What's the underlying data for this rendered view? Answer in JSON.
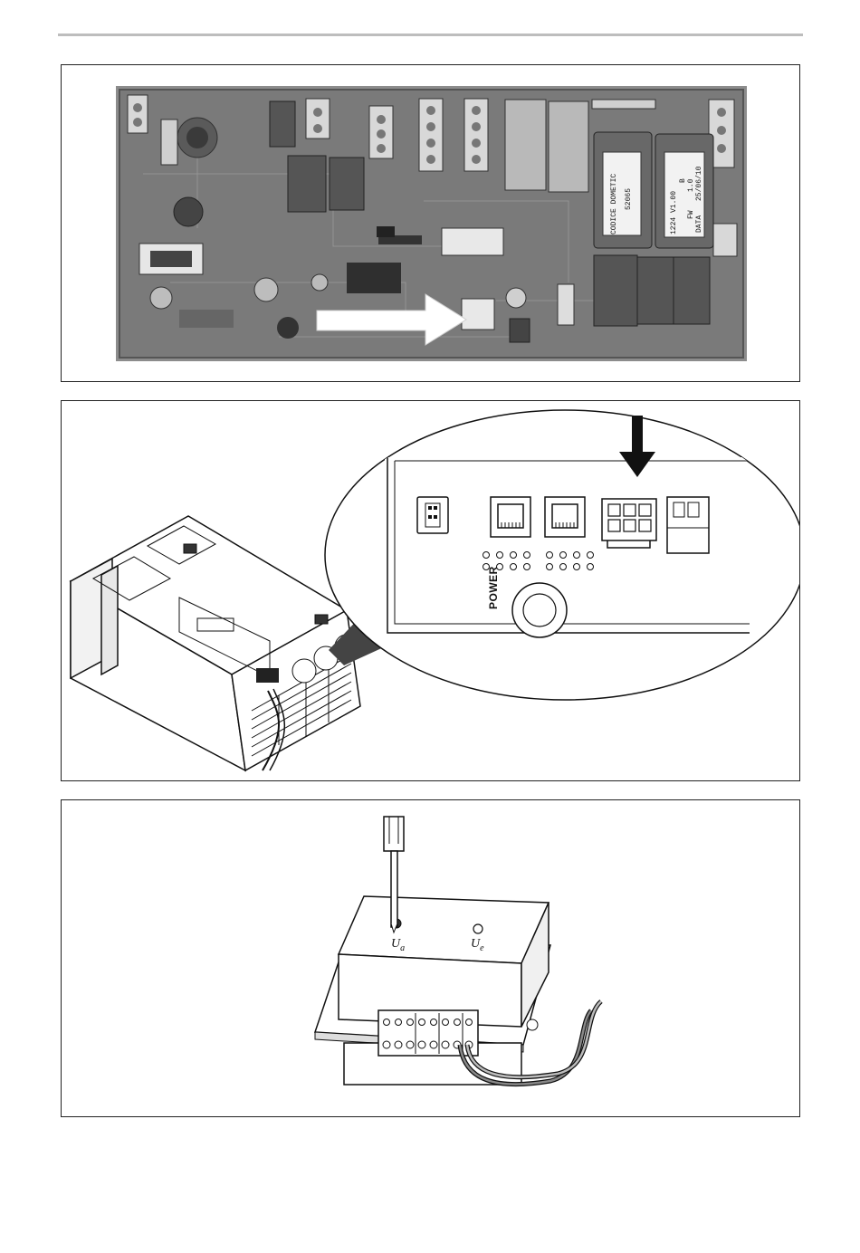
{
  "page": {
    "figures": [
      {
        "id": "figure-pcb",
        "silkscreen": [
          "CODICE DOMETIC",
          "52065",
          "1224 V1.00",
          "B",
          "FW",
          "1.0",
          "DATA",
          "25/06/10"
        ]
      },
      {
        "id": "figure-unit-panel",
        "power_label": "POWER"
      },
      {
        "id": "figure-converter",
        "ua_main": "U",
        "ua_sub": "a",
        "ue_main": "U",
        "ue_sub": "e"
      }
    ],
    "colors": {
      "frame": "#222222",
      "rule": "#bdbdbd",
      "pcb_bg": "#8c8c8c"
    }
  }
}
